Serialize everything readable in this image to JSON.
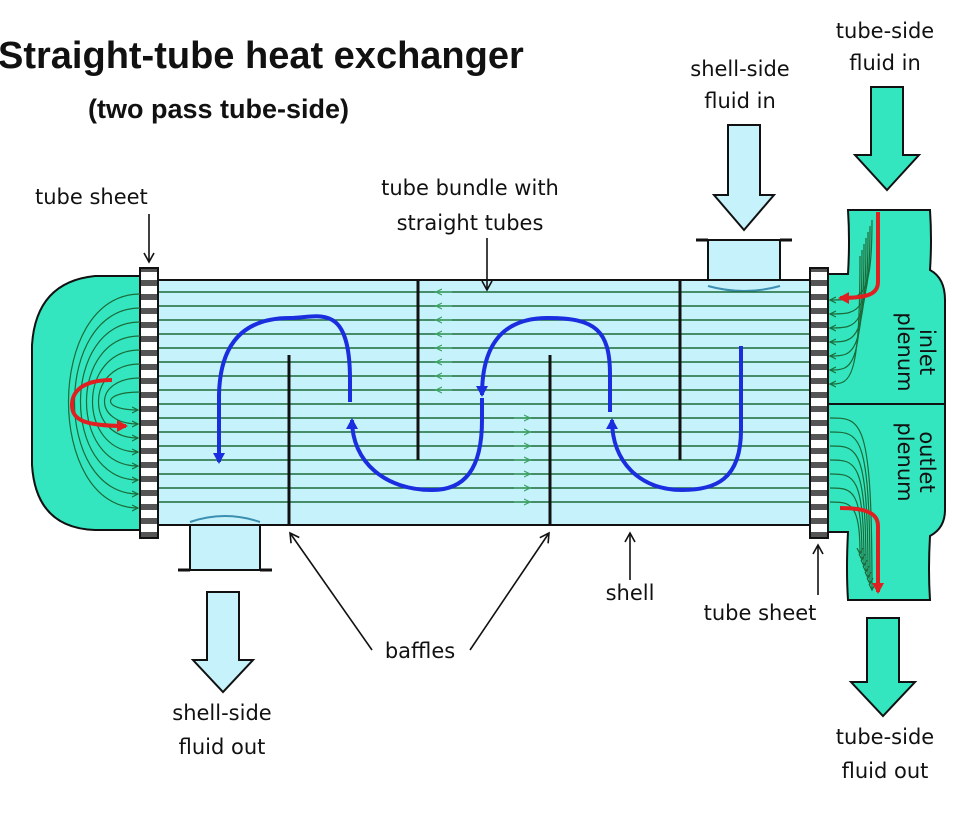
{
  "title": "Straight-tube heat exchanger",
  "subtitle": "(two pass tube-side)",
  "labels": {
    "tube_sheet_left": "tube sheet",
    "tube_bundle_line1": "tube bundle with",
    "tube_bundle_line2": "straight tubes",
    "shell_in_line1": "shell-side",
    "shell_in_line2": "fluid in",
    "tube_in_line1": "tube-side",
    "tube_in_line2": "fluid in",
    "inlet_plenum_line1": "inlet",
    "inlet_plenum_line2": "plenum",
    "outlet_plenum_line1": "outlet",
    "outlet_plenum_line2": "plenum",
    "shell": "shell",
    "tube_sheet_right": "tube sheet",
    "baffles": "baffles",
    "shell_out_line1": "shell-side",
    "shell_out_line2": "fluid out",
    "tube_out_line1": "tube-side",
    "tube_out_line2": "fluid out"
  },
  "colors": {
    "tube_side_fluid": "#33e6c0",
    "shell_side_fluid": "#c6f2fb",
    "shell_flow_arrow": "#1a2ee0",
    "plenum_flow_arrow": "#e02020",
    "tube_line": "#1c6b38",
    "outline": "#111111"
  }
}
